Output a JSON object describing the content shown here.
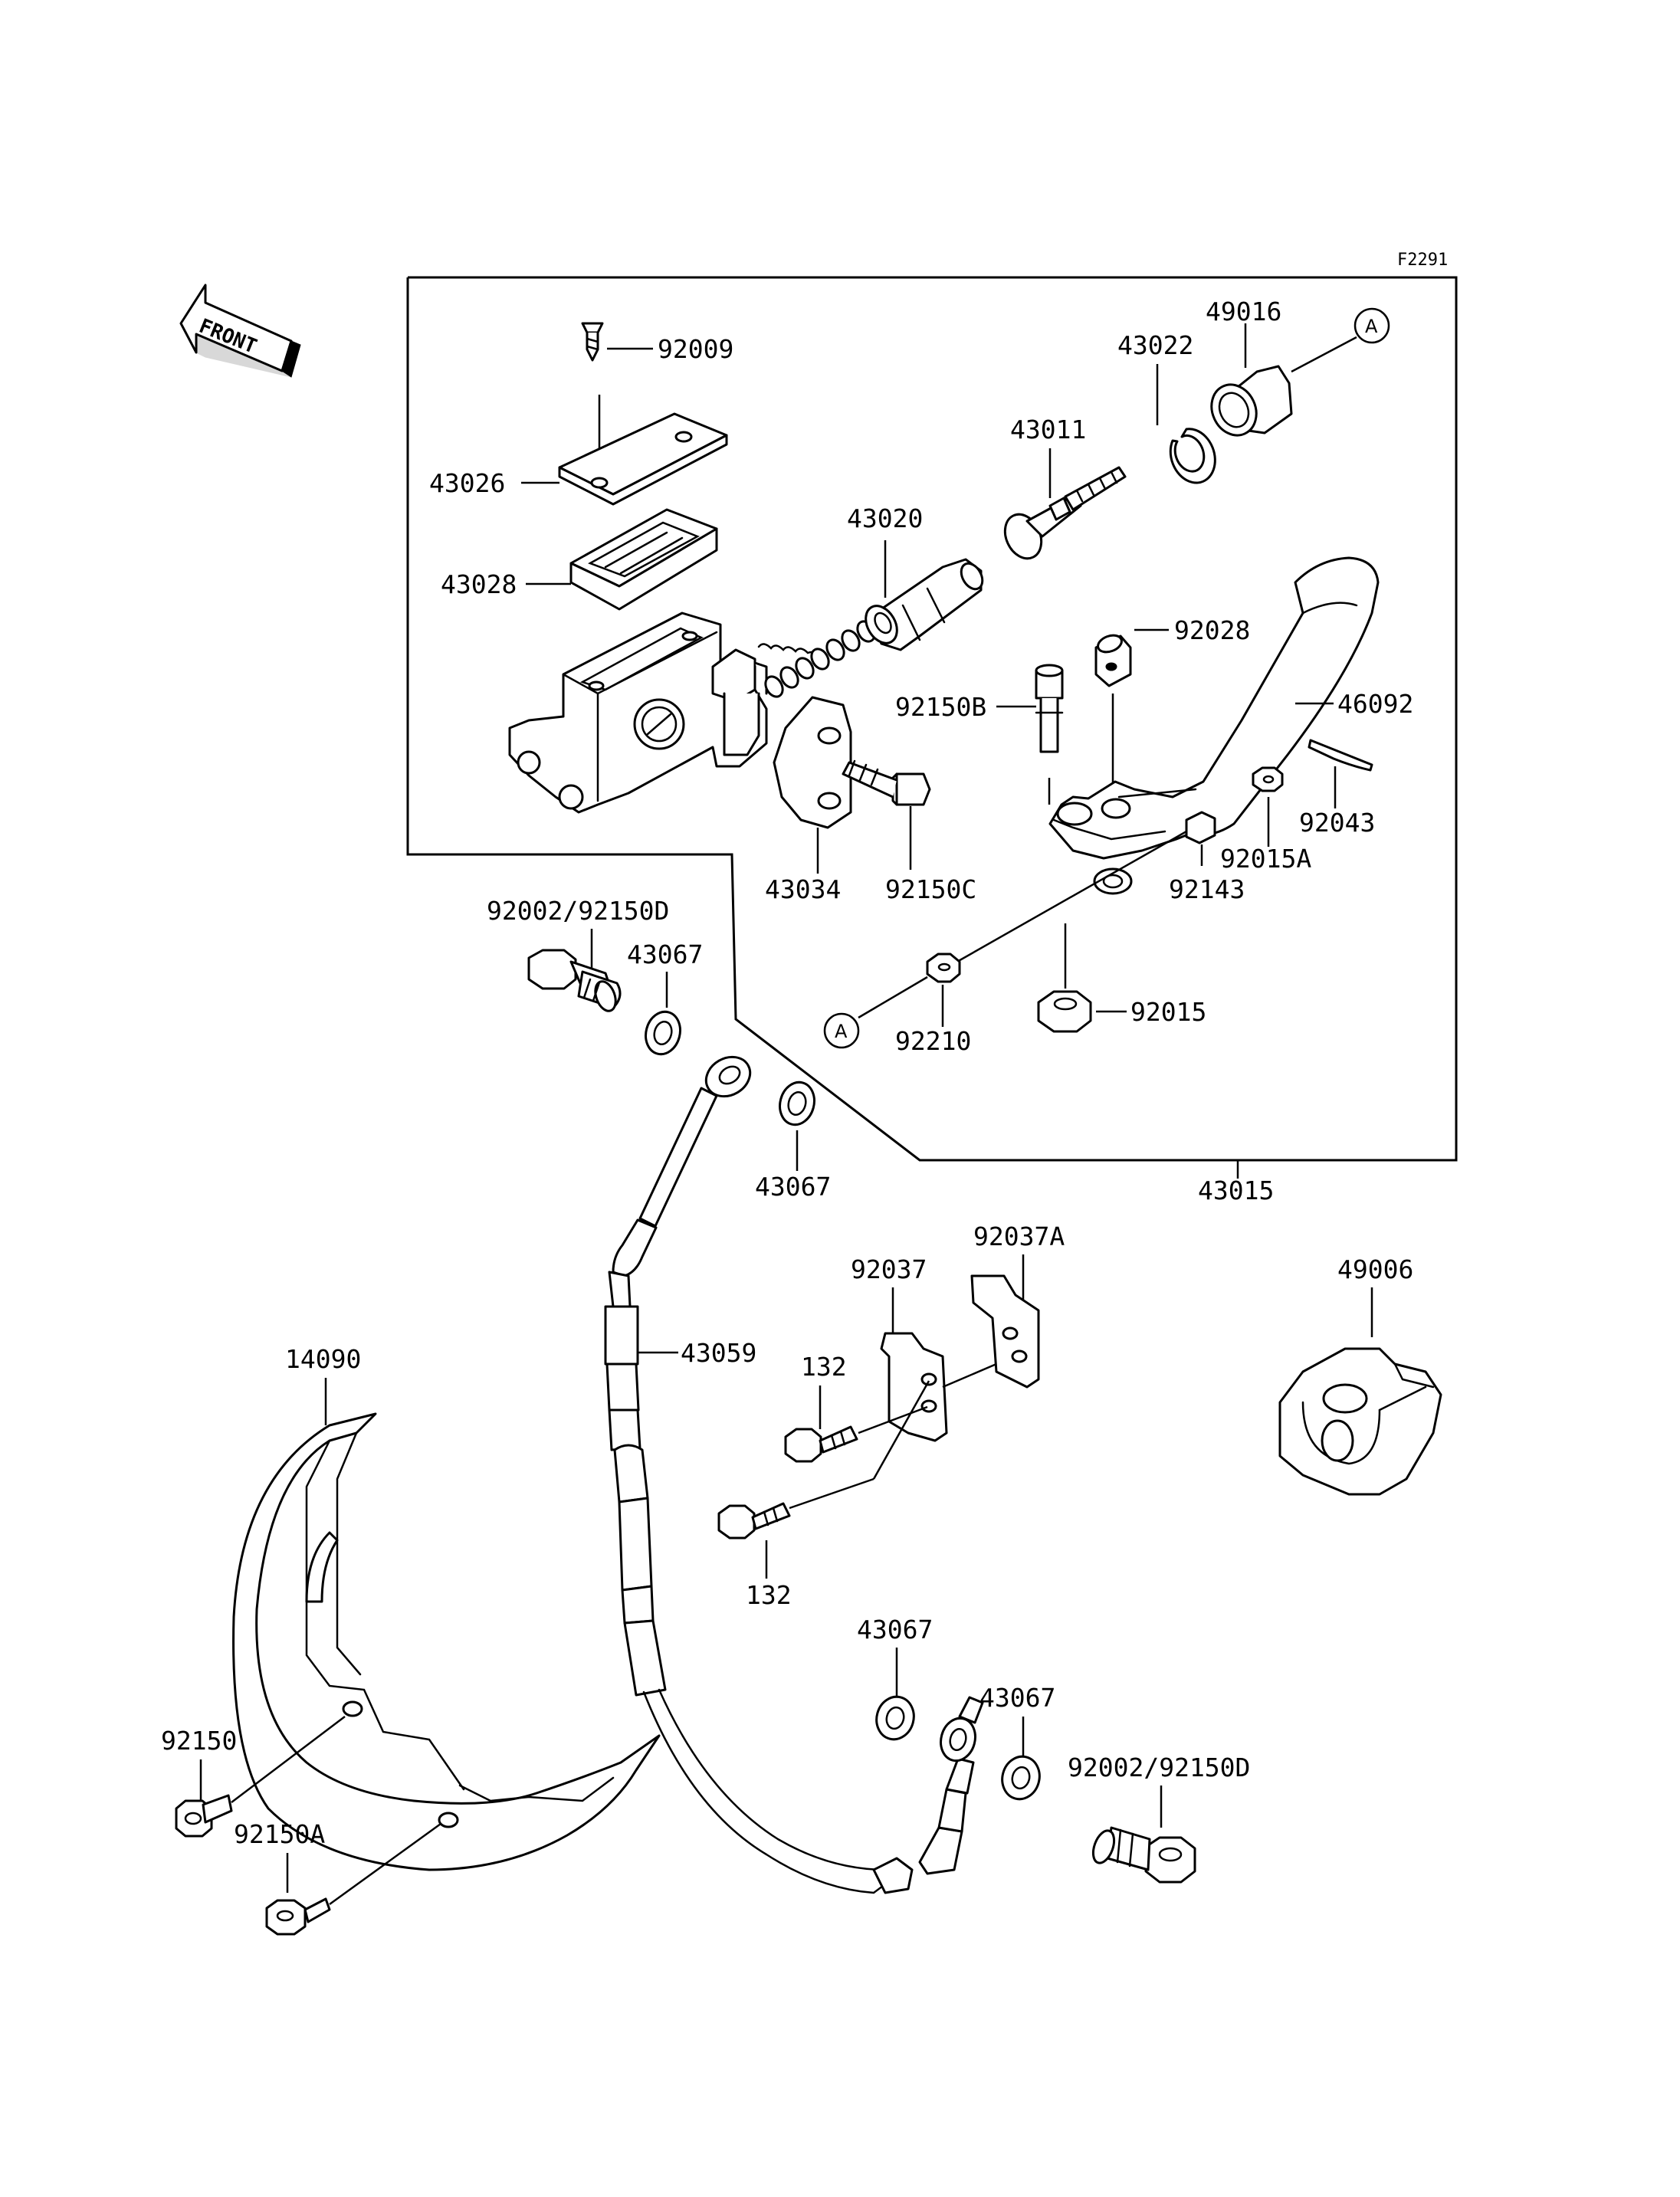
{
  "figure_code": "F2291",
  "front_label": "FRONT",
  "ref_marker": "A",
  "labels": {
    "l_92009": "92009",
    "l_43026": "43026",
    "l_43028": "43028",
    "l_43020": "43020",
    "l_43011": "43011",
    "l_43022": "43022",
    "l_49016": "49016",
    "l_92028": "92028",
    "l_92150B": "92150B",
    "l_46092": "46092",
    "l_92043": "92043",
    "l_92015A": "92015A",
    "l_92143": "92143",
    "l_43034": "43034",
    "l_92150C": "92150C",
    "l_92015": "92015",
    "l_92210": "92210",
    "l_92002_top": "92002/92150D",
    "l_43067_a": "43067",
    "l_43067_b": "43067",
    "l_43015": "43015",
    "l_92037A": "92037A",
    "l_92037": "92037",
    "l_49006": "49006",
    "l_43059": "43059",
    "l_132_a": "132",
    "l_132_b": "132",
    "l_14090": "14090",
    "l_92150": "92150",
    "l_92150A": "92150A",
    "l_43067_c": "43067",
    "l_43067_d": "43067",
    "l_92002_bottom": "92002/92150D"
  }
}
